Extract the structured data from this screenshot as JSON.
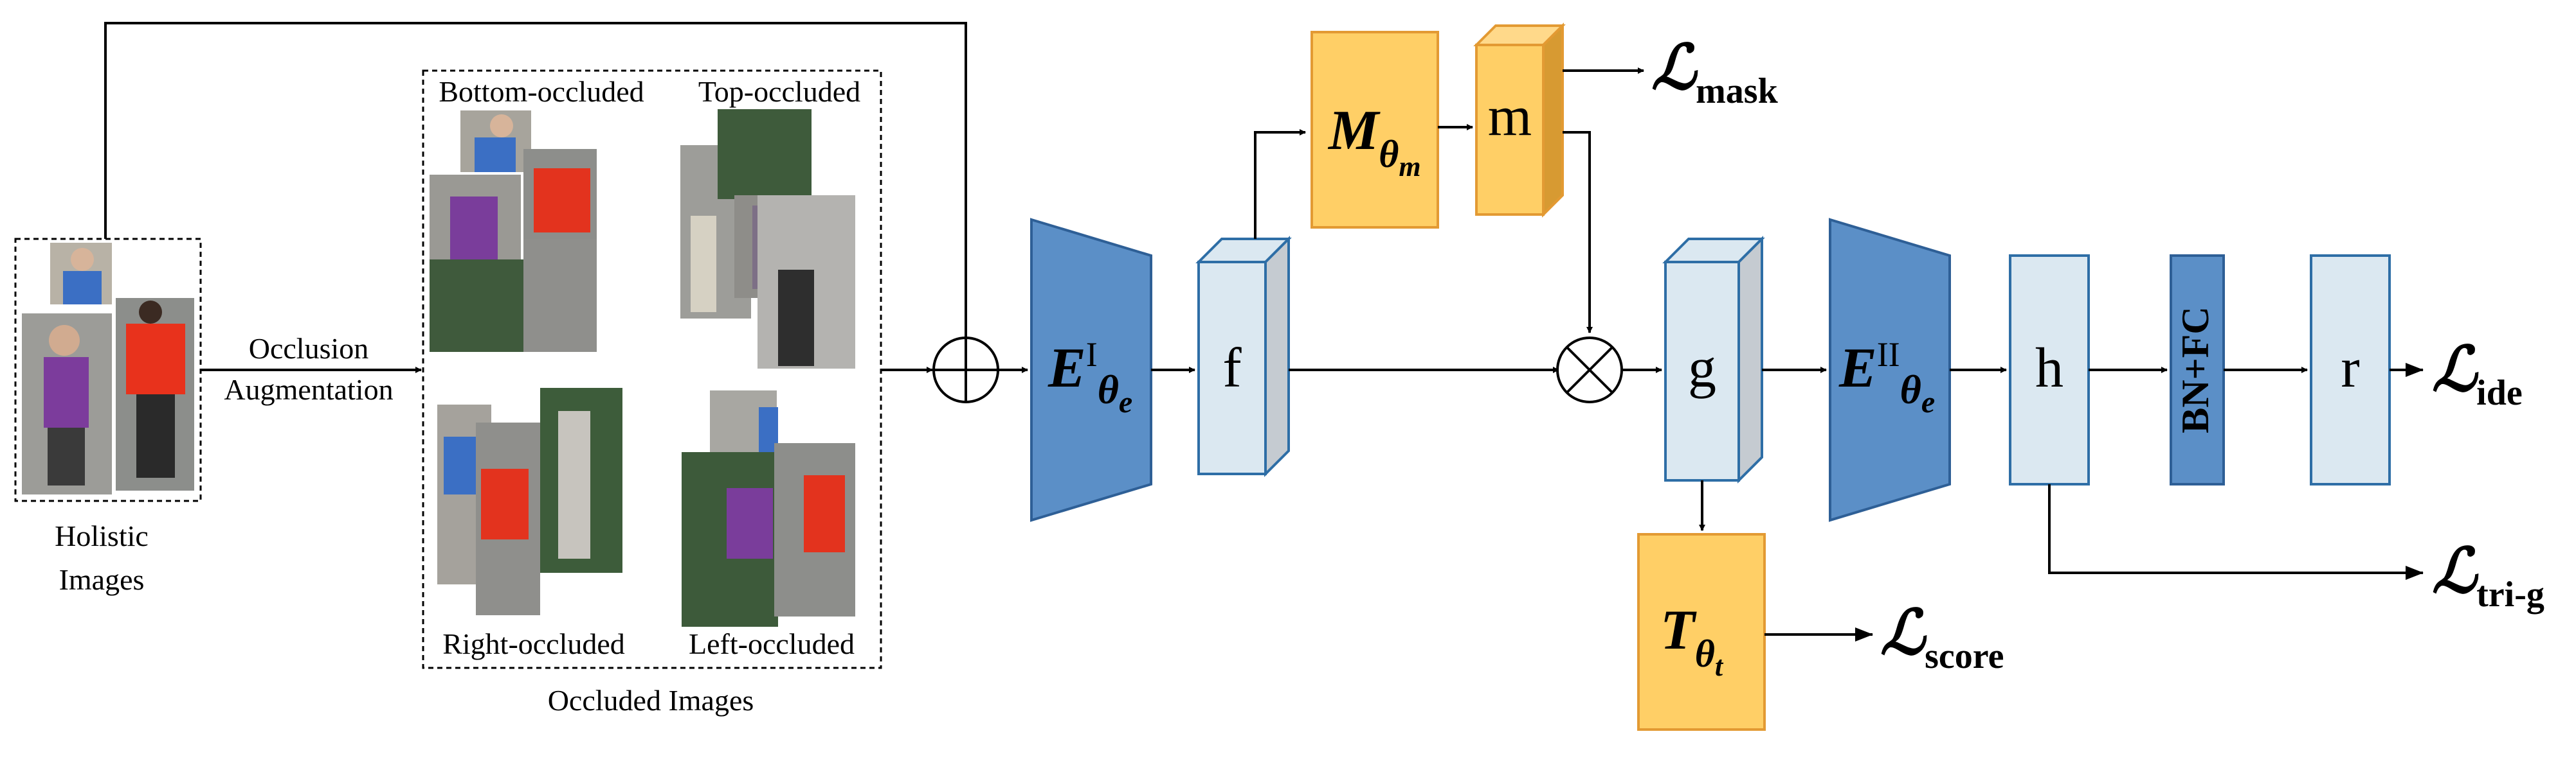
{
  "labels": {
    "holistic_line1": "Holistic",
    "holistic_line2": "Images",
    "occlusion_line1": "Occlusion",
    "occlusion_line2": "Augmentation",
    "occluded_images": "Occluded Images",
    "bottom_occluded": "Bottom-occluded",
    "top_occluded": "Top-occluded",
    "right_occluded": "Right-occluded",
    "left_occluded": "Left-occluded"
  },
  "modules": {
    "encoder1": {
      "main": "E",
      "sup": "I",
      "sub": "θ",
      "subsub": "e"
    },
    "encoder2": {
      "main": "E",
      "sup": "II",
      "sub": "θ",
      "subsub": "e"
    },
    "mask_net": {
      "main": "M",
      "sub": "θ",
      "subsub": "m"
    },
    "score_net": {
      "main": "T",
      "sub": "θ",
      "subsub": "t"
    },
    "bn_fc": "BN+FC"
  },
  "features": {
    "f": "f",
    "m": "m",
    "g": "g",
    "h": "h",
    "r": "r"
  },
  "losses": {
    "mask": {
      "symbol": "ℒ",
      "sub": "mask"
    },
    "score": {
      "symbol": "ℒ",
      "sub": "score"
    },
    "ide": {
      "symbol": "ℒ",
      "sub": "ide"
    },
    "tri_g": {
      "symbol": "ℒ",
      "sub": "tri-g"
    }
  },
  "colors": {
    "encoder_fill": "#5b8fc7",
    "encoder_stroke": "#2e5f96",
    "feature_fill": "#dbe8f1",
    "feature_side": "#c5cbd1",
    "feature_stroke": "#2e6ea6",
    "module_fill": "#ffcf66",
    "module_stroke": "#e39a33",
    "line": "#000000"
  }
}
